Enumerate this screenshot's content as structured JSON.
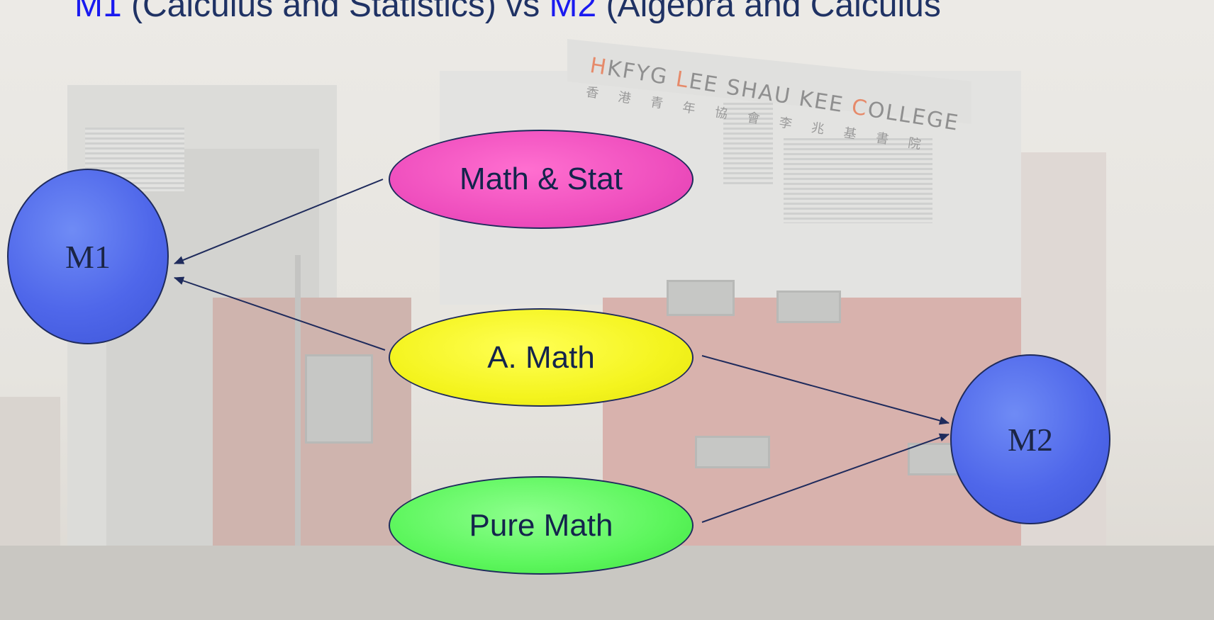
{
  "title": {
    "m1": "M1",
    "m1_desc": " (Calculus and Statistics) vs ",
    "m2": "M2",
    "m2_desc": " (Algebra and Calculus"
  },
  "backdrop": {
    "college_name_en": [
      "H",
      "KFYG ",
      "L",
      "EE SHAU KEE ",
      "C",
      "OLLEGE"
    ],
    "college_name_zh": "香港青年協會李兆基書院"
  },
  "nodes": {
    "m1": "M1",
    "m2": "M2",
    "math_stat": "Math & Stat",
    "a_math": "A. Math",
    "pure_math": "Pure Math"
  },
  "colors": {
    "title_blue": "#1a1af0",
    "title_dark": "#1f3264",
    "circle_blue": "#4f67ea",
    "oval_pink": "#ef4fbe",
    "oval_yellow": "#f4f41e",
    "oval_green": "#5cf65c",
    "arrow": "#1f2b5c"
  }
}
